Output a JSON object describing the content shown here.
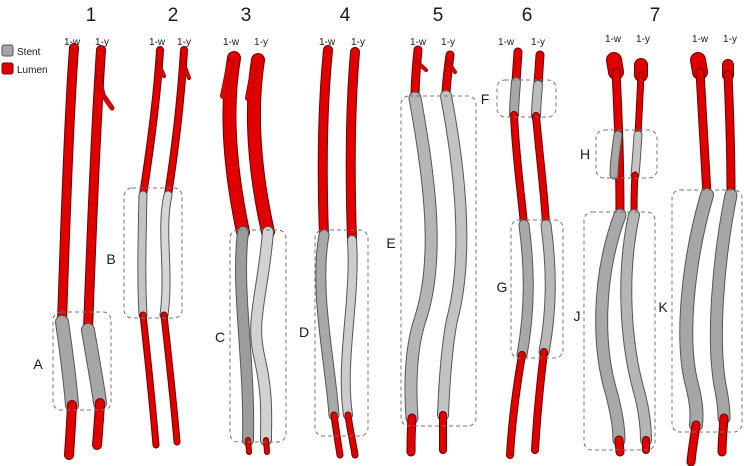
{
  "colors": {
    "stent": "#a6a6a6",
    "lumen": "#e00000"
  },
  "legend": [
    {
      "label": "Stent",
      "color": "#a6a6a6"
    },
    {
      "label": "Lumen",
      "color": "#e00000"
    }
  ],
  "panels": [
    {
      "number": "1",
      "vessels": [
        "1-w",
        "1-y"
      ]
    },
    {
      "number": "2",
      "vessels": [
        "1-w",
        "1-y"
      ]
    },
    {
      "number": "3",
      "vessels": [
        "1-w",
        "1-y"
      ]
    },
    {
      "number": "4",
      "vessels": [
        "1-w",
        "1-y"
      ]
    },
    {
      "number": "5",
      "vessels": [
        "1-w",
        "1-y"
      ]
    },
    {
      "number": "6",
      "vessels": [
        "1-w",
        "1-y"
      ]
    },
    {
      "number": "7",
      "vessels": [
        "1-w",
        "1-y",
        "1-w",
        "1-y"
      ]
    }
  ],
  "regions": [
    "A",
    "B",
    "C",
    "D",
    "E",
    "F",
    "G",
    "H",
    "J",
    "K"
  ]
}
